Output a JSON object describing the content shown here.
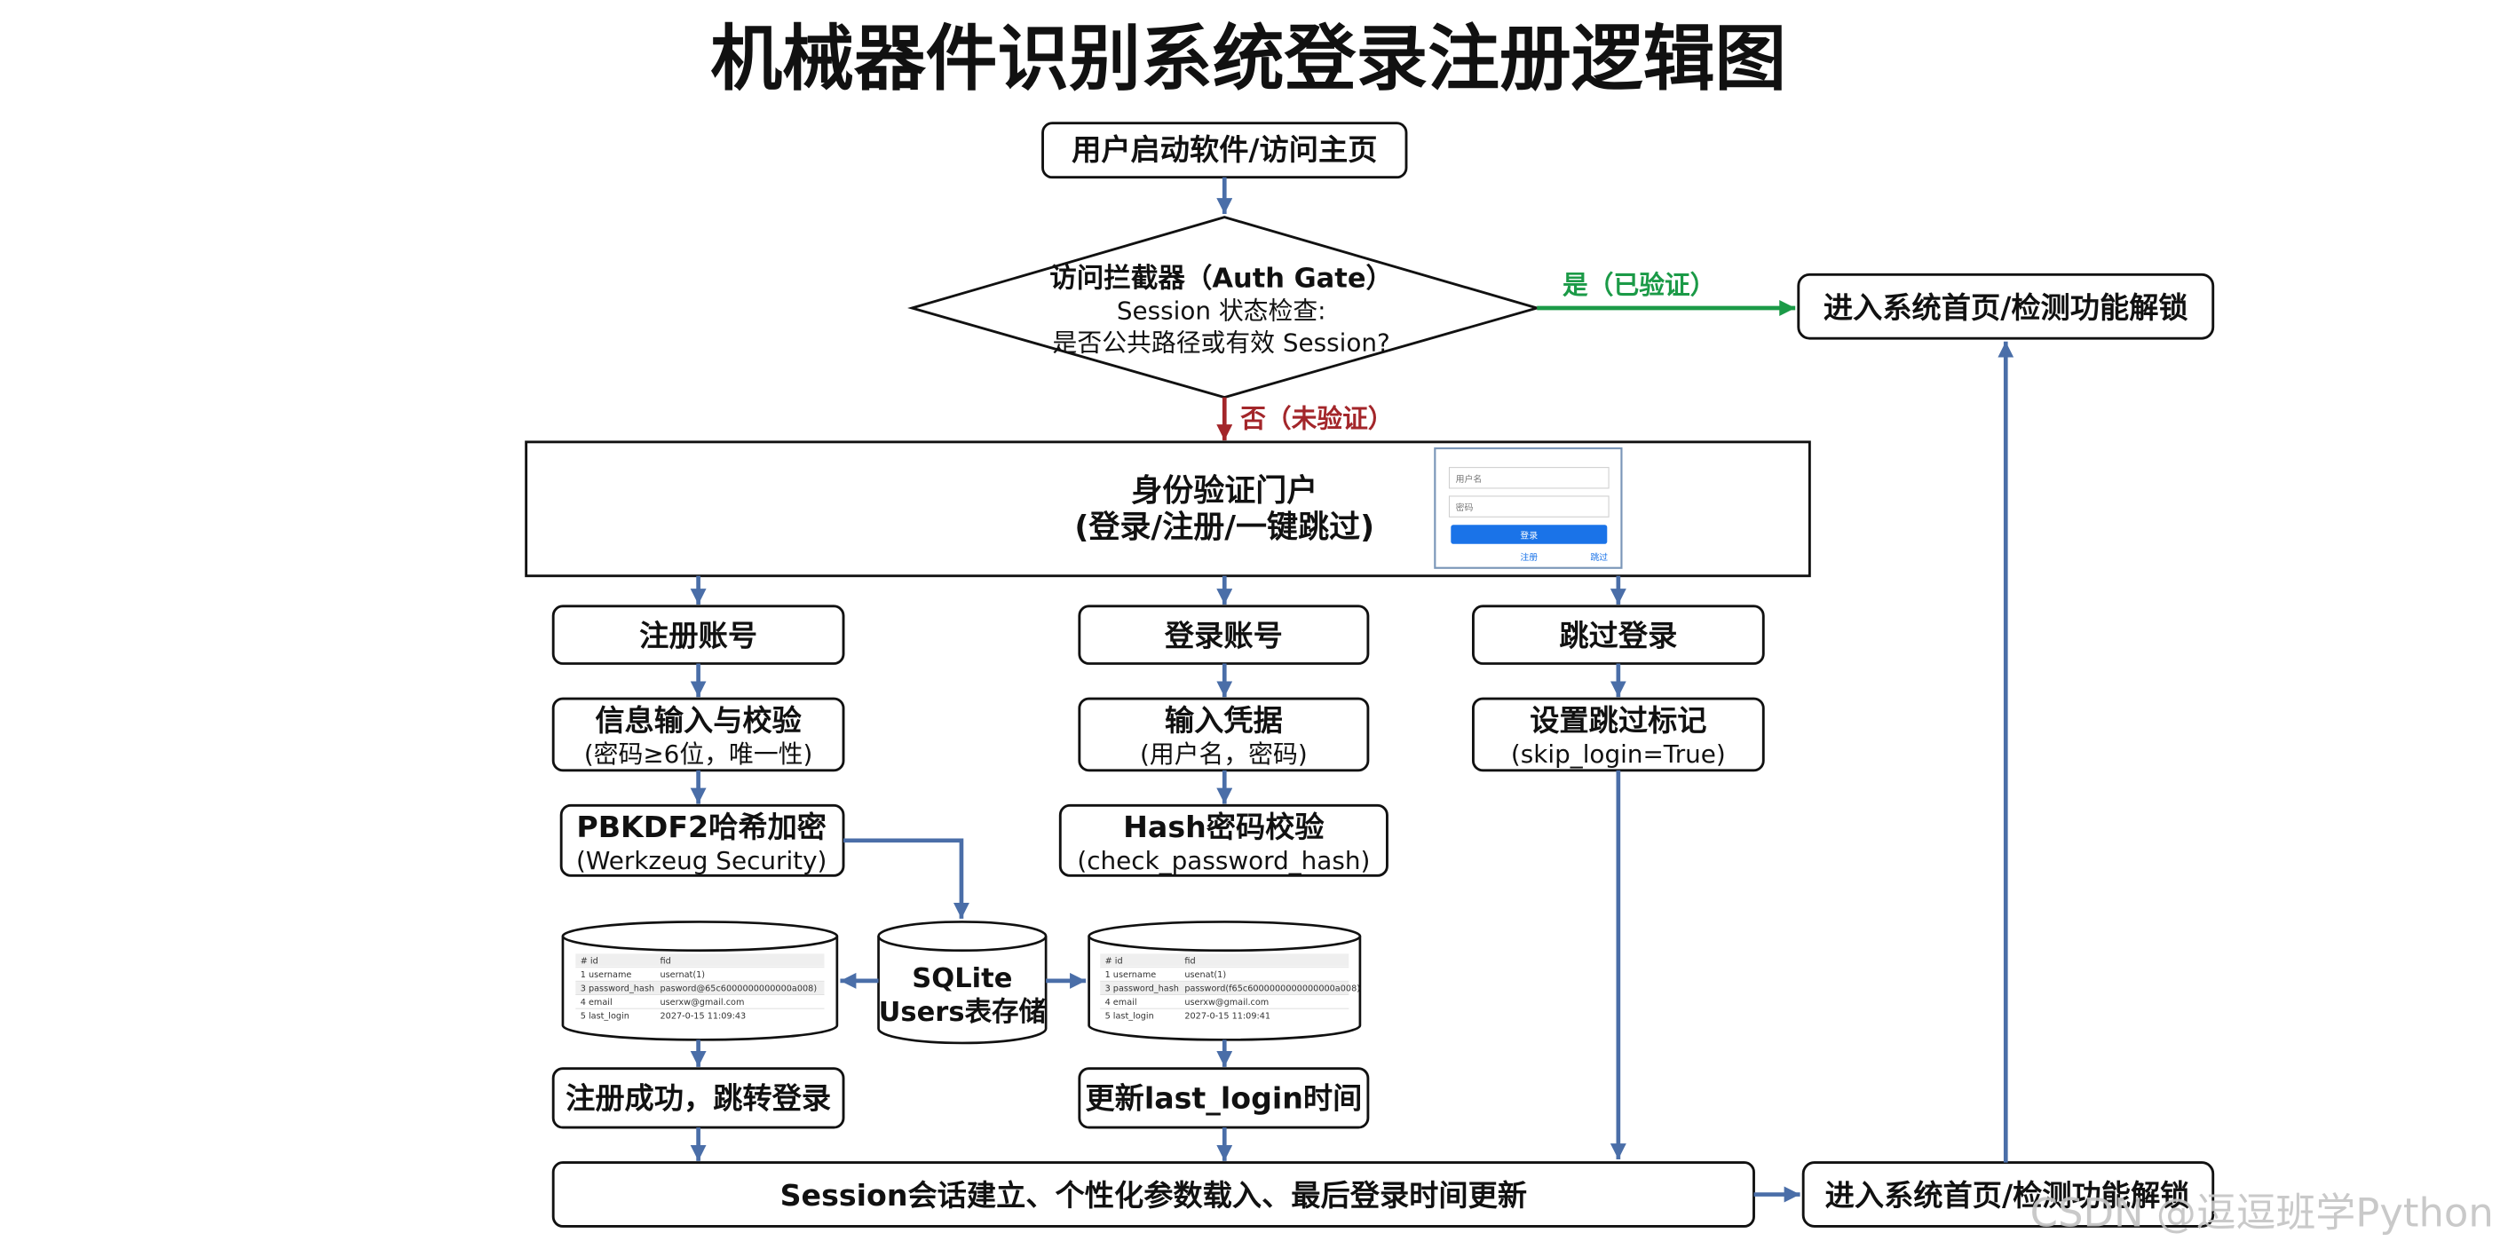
{
  "title": "机械器件识别系统登录注册逻辑图",
  "colors": {
    "arrow": "#4a6ea8",
    "yes": "#1b9a47",
    "no": "#a3262a",
    "button": "#1a73e8",
    "watermark": "#c4c4c4"
  },
  "start": {
    "label": "用户启动软件/访问主页"
  },
  "gate": {
    "title": "访问拦截器（Auth Gate）",
    "line2": "Session 状态检查:",
    "line3": "是否公共路径或有效 Session?"
  },
  "yes_label": "是（已验证）",
  "no_label": "否（未验证）",
  "home_top": {
    "label": "进入系统首页/检测功能解锁"
  },
  "portal": {
    "title": "身份验证门户",
    "subtitle": "(登录/注册/一键跳过)",
    "preview": {
      "username": "用户名",
      "password": "密码",
      "login_button": "登录",
      "register_link": "注册",
      "skip_link": "跳过"
    }
  },
  "register": {
    "step1": "注册账号",
    "step2": {
      "title": "信息输入与校验",
      "sub": "(密码≥6位，唯一性)"
    },
    "step3": {
      "title": "PBKDF2哈希加密",
      "sub": "(Werkzeug Security)"
    },
    "step4": "注册成功，跳转登录"
  },
  "login": {
    "step1": "登录账号",
    "step2": {
      "title": "输入凭据",
      "sub": "(用户名，密码)"
    },
    "step3": {
      "title": "Hash密码校验",
      "sub": "(check_password_hash)"
    },
    "step4": "更新last_login时间"
  },
  "skip": {
    "step1": "跳过登录",
    "step2": {
      "title": "设置跳过标记",
      "sub": "(skip_login=True)"
    }
  },
  "database": {
    "line1": "SQLite",
    "line2": "Users表存储"
  },
  "register_table": {
    "rows": [
      [
        "# id",
        "fid"
      ],
      [
        "1 username",
        "usernat(1)"
      ],
      [
        "3 password_hash",
        "pasword@65c6000000000000a008)"
      ],
      [
        "4 email",
        "userxw@gmail.com"
      ],
      [
        "5 last_login",
        "2027-0-15 11:09:43"
      ]
    ]
  },
  "login_table": {
    "rows": [
      [
        "# id",
        "fid"
      ],
      [
        "1 username",
        "usenat(1)"
      ],
      [
        "3 password_hash",
        "password(f65c6000000000000000a008)"
      ],
      [
        "4 email",
        "userxw@gmail.com"
      ],
      [
        "5 last_login",
        "2027-0-15 11:09:41"
      ]
    ]
  },
  "session": {
    "label": "Session会话建立、个性化参数载入、最后登录时间更新"
  },
  "home_bottom": {
    "label": "进入系统首页/检测功能解锁"
  },
  "watermark": "CSDN @逗逗班学Python"
}
